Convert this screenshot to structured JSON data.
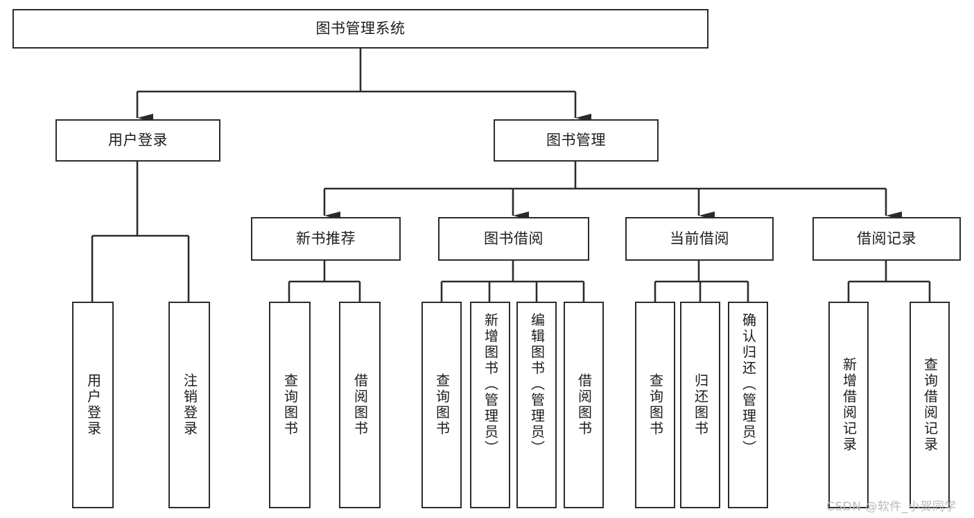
{
  "diagram": {
    "type": "hierarchy-tree",
    "title_node": {
      "id": "root",
      "label": "图书管理系统"
    },
    "level2": [
      {
        "id": "user-login",
        "label": "用户登录"
      },
      {
        "id": "book-management",
        "label": "图书管理"
      }
    ],
    "level3": [
      {
        "id": "new-book-recommend",
        "label": "新书推荐",
        "parent": "book-management"
      },
      {
        "id": "book-borrow",
        "label": "图书借阅",
        "parent": "book-management"
      },
      {
        "id": "current-borrow",
        "label": "当前借阅",
        "parent": "book-management"
      },
      {
        "id": "borrow-record",
        "label": "借阅记录",
        "parent": "book-management"
      }
    ],
    "leaves": [
      {
        "id": "leaf-user-login",
        "label": "用户登录",
        "parent": "user-login"
      },
      {
        "id": "leaf-logout-login",
        "label": "注销登录",
        "parent": "user-login"
      },
      {
        "id": "leaf-query-book-1",
        "label": "查询图书",
        "parent": "new-book-recommend"
      },
      {
        "id": "leaf-borrow-book-1",
        "label": "借阅图书",
        "parent": "new-book-recommend"
      },
      {
        "id": "leaf-query-book-2",
        "label": "查询图书",
        "parent": "book-borrow"
      },
      {
        "id": "leaf-add-book",
        "label": "新增图书（管理员）",
        "parent": "book-borrow"
      },
      {
        "id": "leaf-edit-book",
        "label": "编辑图书（管理员）",
        "parent": "book-borrow"
      },
      {
        "id": "leaf-borrow-book-2",
        "label": "借阅图书",
        "parent": "book-borrow"
      },
      {
        "id": "leaf-query-book-3",
        "label": "查询图书",
        "parent": "current-borrow"
      },
      {
        "id": "leaf-return-book",
        "label": "归还图书",
        "parent": "current-borrow"
      },
      {
        "id": "leaf-confirm-return",
        "label": "确认归还（管理员）",
        "parent": "current-borrow"
      },
      {
        "id": "leaf-add-record",
        "label": "新增借阅记录",
        "parent": "borrow-record"
      },
      {
        "id": "leaf-query-record",
        "label": "查询借阅记录",
        "parent": "borrow-record"
      }
    ],
    "colors": {
      "stroke": "#2b2b2b",
      "fill": "#ffffff",
      "text": "#1c1c1c",
      "watermark": "#b9b9b9"
    }
  },
  "watermark": {
    "text": "CSDN @软件_小贺同学"
  }
}
